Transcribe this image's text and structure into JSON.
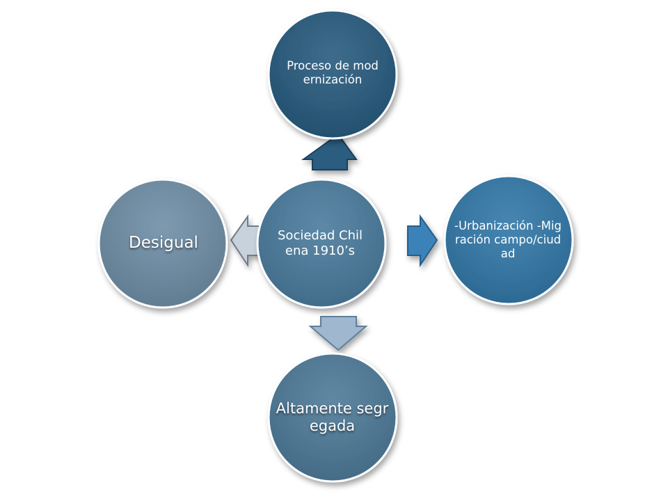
{
  "diagram": {
    "center": {
      "text": "Sociedad Chilena 1910’s",
      "color": "#4a7b9d"
    },
    "top": {
      "text": "Proceso de modernización",
      "color": "#285b7e"
    },
    "right": {
      "text": "-Urbanización -Migración campo/ciudad",
      "color": "#3278a8"
    },
    "bottom": {
      "text": "Altamente segregada",
      "color": "#4e7a98"
    },
    "left": {
      "text": "Desigual",
      "color": "#6f8ea6"
    },
    "arrows": {
      "up": {
        "color": "#2a5d80"
      },
      "right": {
        "color": "#3a82b8"
      },
      "down": {
        "color": "#9fb8d0"
      },
      "left": {
        "color": "#c7d2dd"
      }
    }
  }
}
